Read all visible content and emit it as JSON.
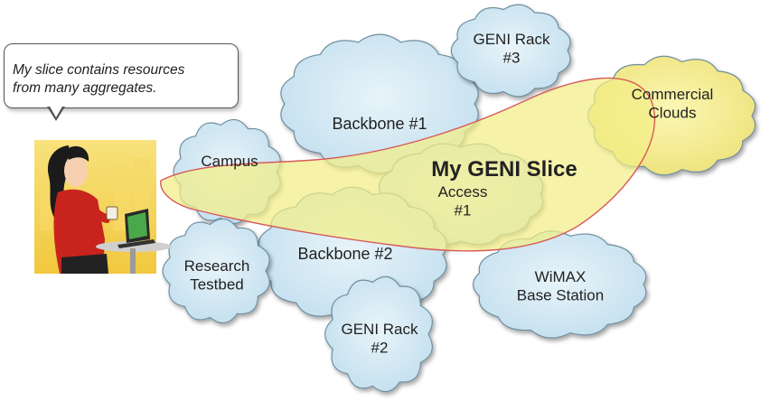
{
  "speech_bubble": {
    "line1": "My slice contains resources",
    "line2": "from many aggregates."
  },
  "slice": {
    "label": "My GENI Slice",
    "fill_color": "#f3ee87",
    "outline_color": "#d65a5a"
  },
  "clouds": {
    "color": "#cfe6f2",
    "campus": [
      "Campus"
    ],
    "backbone1": [
      "Backbone #1"
    ],
    "backbone2": [
      "Backbone #2"
    ],
    "access1": [
      "Access",
      "#1"
    ],
    "research": [
      "Research",
      "Testbed"
    ],
    "genirack3": [
      "GENI Rack",
      "#3"
    ],
    "genirack2": [
      "GENI Rack",
      "#2"
    ],
    "wimax": [
      "WiMAX",
      "Base Station"
    ],
    "commercial": [
      "Commercial",
      "Clouds"
    ]
  },
  "icons": {
    "person": "person-with-laptop-icon"
  }
}
